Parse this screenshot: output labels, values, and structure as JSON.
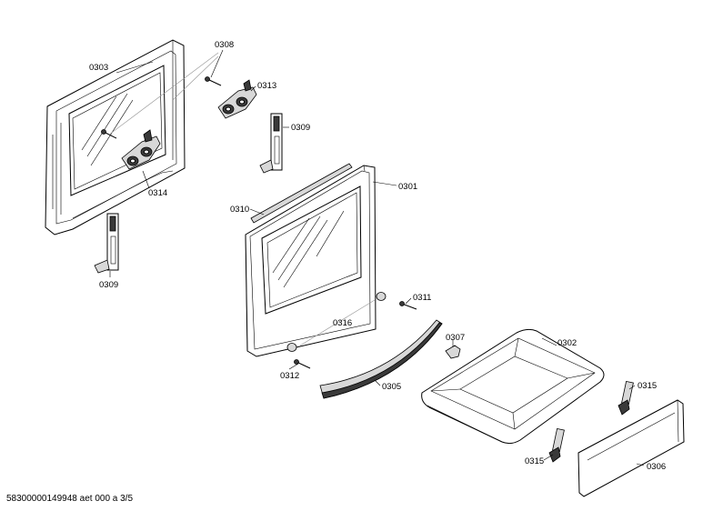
{
  "parts": {
    "p0303": "0303",
    "p0308": "0308",
    "p0313": "0313",
    "p0309a": "0309",
    "p0314": "0314",
    "p0309b": "0309",
    "p0301": "0301",
    "p0310": "0310",
    "p0311": "0311",
    "p0316": "0316",
    "p0307": "0307",
    "p0302": "0302",
    "p0312": "0312",
    "p0305": "0305",
    "p0315a": "0315",
    "p0315b": "0315",
    "p0306": "0306"
  },
  "footer": "58300000149948 aet 000 a 3/5"
}
